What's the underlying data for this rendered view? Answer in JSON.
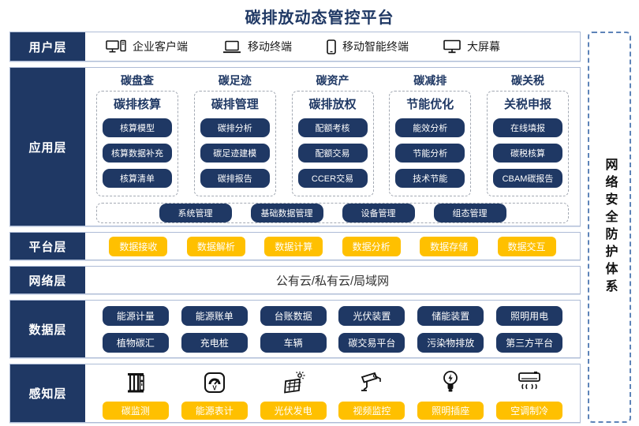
{
  "title": "碳排放动态管控平台",
  "security_panel": {
    "label": "网络安全防护体系"
  },
  "colors": {
    "navy": "#1F3864",
    "yellow": "#FFC000",
    "row_border": "#aebcd6"
  },
  "layers": {
    "user": {
      "label": "用户层",
      "items": [
        {
          "icon": "desktop-client-icon",
          "label": "企业客户端"
        },
        {
          "icon": "laptop-icon",
          "label": "移动终端"
        },
        {
          "icon": "smartphone-icon",
          "label": "移动智能终端"
        },
        {
          "icon": "big-screen-icon",
          "label": "大屏幕"
        }
      ]
    },
    "application": {
      "label": "应用层",
      "columns": [
        {
          "header": "碳盘查",
          "title": "碳排核算",
          "items": [
            "核算模型",
            "核算数据补充",
            "核算清单"
          ]
        },
        {
          "header": "碳足迹",
          "title": "碳排管理",
          "items": [
            "碳排分析",
            "碳足迹建模",
            "碳排报告"
          ]
        },
        {
          "header": "碳资产",
          "title": "碳排放权",
          "items": [
            "配额考核",
            "配额交易",
            "CCER交易"
          ]
        },
        {
          "header": "碳减排",
          "title": "节能优化",
          "items": [
            "能效分析",
            "节能分析",
            "技术节能"
          ]
        },
        {
          "header": "碳关税",
          "title": "关税申报",
          "items": [
            "在线填报",
            "碳税核算",
            "CBAM碳报告"
          ]
        }
      ],
      "management": [
        "系统管理",
        "基础数据管理",
        "设备管理",
        "组态管理"
      ]
    },
    "platform": {
      "label": "平台层",
      "items": [
        "数据接收",
        "数据解析",
        "数据计算",
        "数据分析",
        "数据存储",
        "数据交互"
      ]
    },
    "network": {
      "label": "网络层",
      "text": "公有云/私有云/局域网"
    },
    "data": {
      "label": "数据层",
      "rows": [
        [
          "能源计量",
          "能源账单",
          "台账数据",
          "光伏装置",
          "储能装置",
          "照明用电"
        ],
        [
          "植物碳汇",
          "充电桩",
          "车辆",
          "碳交易平台",
          "污染物排放",
          "第三方平台"
        ]
      ]
    },
    "perception": {
      "label": "感知层",
      "items": [
        {
          "icon": "carbon-monitor-icon",
          "label": "碳监测"
        },
        {
          "icon": "energy-meter-icon",
          "label": "能源表计"
        },
        {
          "icon": "solar-power-icon",
          "label": "光伏发电"
        },
        {
          "icon": "cctv-camera-icon",
          "label": "视频监控"
        },
        {
          "icon": "light-bulb-icon",
          "label": "照明插座"
        },
        {
          "icon": "air-conditioner-icon",
          "label": "空调制冷"
        }
      ]
    }
  }
}
